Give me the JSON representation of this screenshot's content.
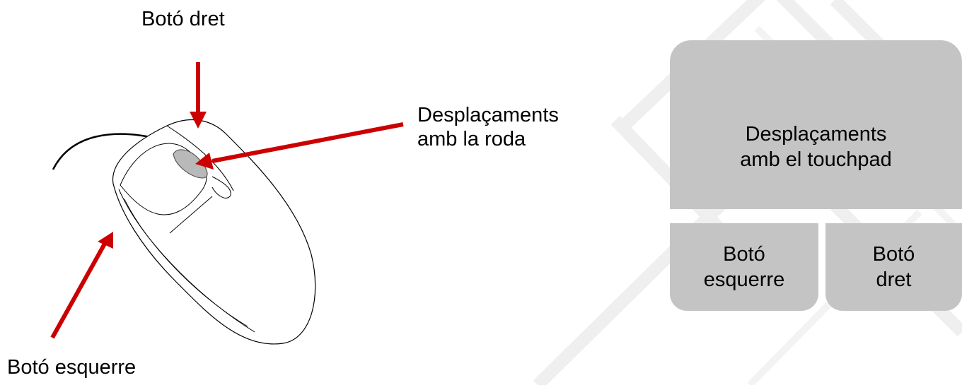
{
  "labels": {
    "right_button": "Botó dret",
    "wheel_line1": "Desplaçaments",
    "wheel_line2": "amb la roda",
    "left_button": "Botó esquerre"
  },
  "touchpad": {
    "surface_line1": "Desplaçaments",
    "surface_line2": "amb el touchpad",
    "left_line1": "Botó",
    "left_line2": "esquerre",
    "right_line1": "Botó",
    "right_line2": "dret"
  },
  "colors": {
    "arrow": "#cc0000",
    "pad": "#c4c4c4",
    "watermark": "#ececec"
  }
}
